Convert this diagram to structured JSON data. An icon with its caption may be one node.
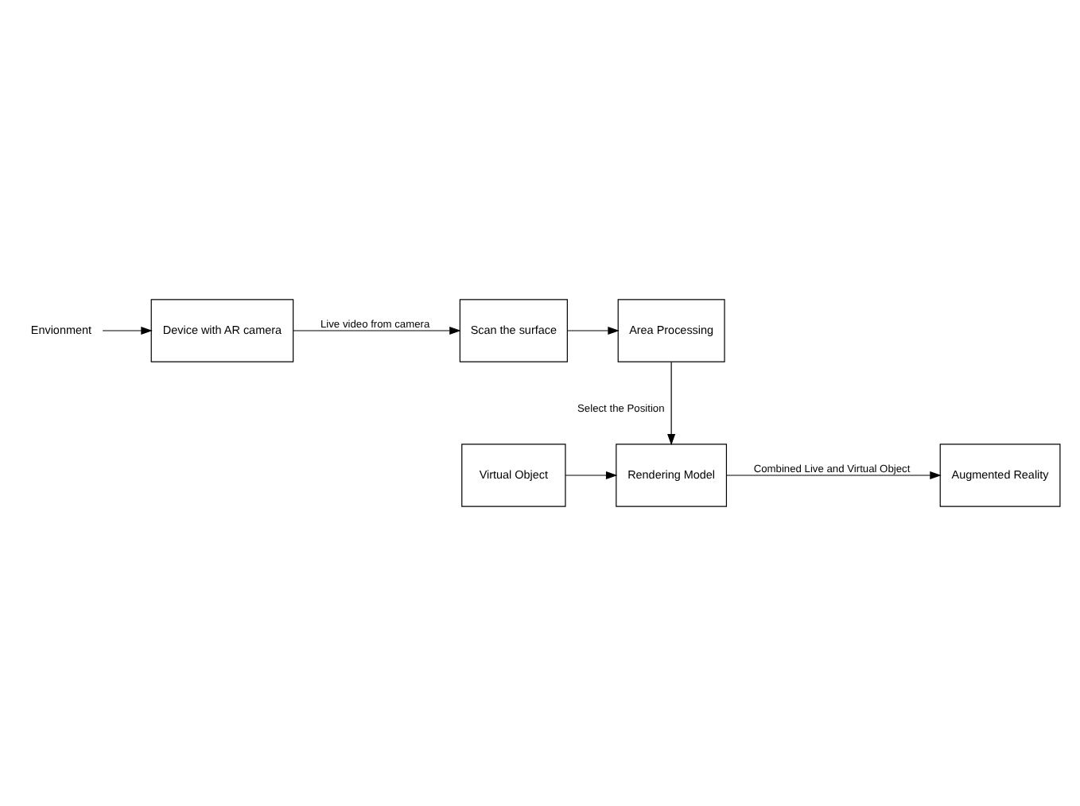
{
  "diagram": {
    "nodes": [
      {
        "text": [
          "Envionment"
        ]
      },
      {
        "text": [
          "Device with AR camera"
        ]
      },
      {
        "text": [
          "Scan the surface"
        ]
      },
      {
        "text": [
          "Area Processing"
        ]
      },
      {
        "text": [
          "Rendering Model"
        ]
      },
      {
        "text": [
          "Augmented Reality"
        ]
      },
      {
        "text": [
          "Virtual Object"
        ]
      }
    ],
    "edges": [
      {
        "from": 0,
        "to": 1,
        "arrow": "to"
      },
      {
        "from": 1,
        "to": 2,
        "arrow": "to",
        "label": "Live video from camera"
      },
      {
        "from": 2,
        "to": 3,
        "arrow": "to"
      },
      {
        "from": 3,
        "to": 4,
        "arrow": "to",
        "label": "Select the Position"
      },
      {
        "from": 4,
        "to": 5,
        "arrow": "to",
        "label": "Combined Live and Virtual Object"
      },
      {
        "from": 6,
        "to": 4,
        "arrow": "to"
      }
    ]
  }
}
